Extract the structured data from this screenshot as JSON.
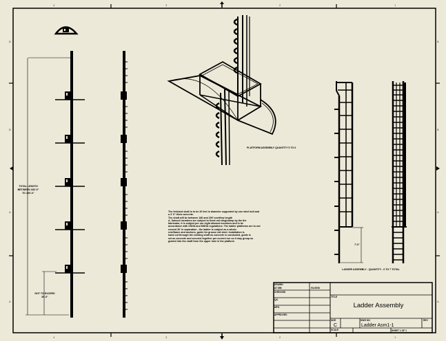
{
  "sheet": {
    "background": "#ece9d8",
    "line_color": "#000000",
    "zones_top": [
      "4",
      "3",
      "2",
      "1"
    ],
    "zones_side": [
      "B",
      "A"
    ]
  },
  "views": {
    "isometric_label": "PLATFORM ASSEMBLY  QUANTITY  5 TO 6",
    "front_label": "LADDER ASSEMBLY - QUANTITY - 6 TO 7 TOTAL",
    "total_length_label": [
      "TOTAL LENGTH",
      "BETWEEN 180'-0\"",
      "TO 200'-0\""
    ],
    "max_segment_label": [
      "NOT TO EXCEED",
      "30'-0\""
    ],
    "cage_dim_label": "7'-0\""
  },
  "notes": {
    "lines": [
      "The finished shaft is to be 20 feet in diameter supported by one steel bolt and",
      "a 4' 6\" thick concrete.",
      "The shaft will be between 180 and 200' overflow length",
      "A. Subsoil members are subject to fixed rail sling/clamp by the the",
      "fabricator, it is subject per our eight allowed members and in be",
      "accordance with OSHA and MSHA regulations. The ladder platforms are to not",
      "exceed 30' in separation - the ladder is subject as a whole:",
      "rest/frame and anchors, guide for grouse rail steel. Installation is",
      "hand cut through the existing shaft as concrete is conducted, guide is",
      "set as concrete and secured together per current run so it may group as",
      "guided into the shaft from the upper hole in the platform"
    ]
  },
  "title_block": {
    "drawn_label": "DRAWN",
    "drawn_by": "AT MM",
    "drawn_date": "9/1/2006",
    "checked_label": "CHECKED",
    "qa_label": "QA",
    "mfg_label": "MFG",
    "approved_label": "APPROVED",
    "title_label": "TITLE",
    "title": "Ladder Assembly",
    "size_label": "SIZE",
    "size": "C",
    "dwg_no_label": "DWG NO",
    "dwg_no": "Ladder Asm1-1",
    "rev_label": "REV",
    "scale_label": "SCALE",
    "sheet_label": "SHEET 1 OF 1"
  }
}
